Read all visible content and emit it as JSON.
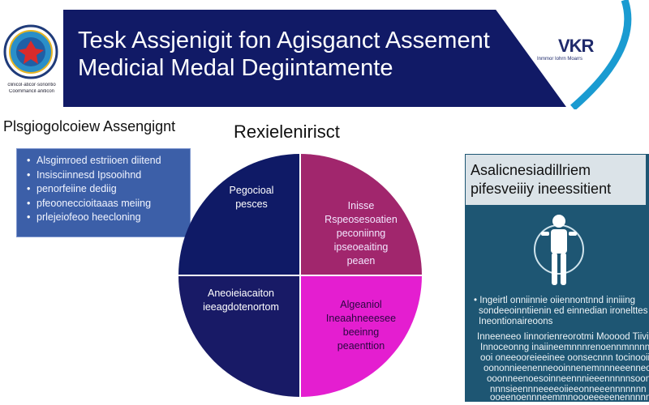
{
  "header": {
    "title_line1": "Tesk Assjenigit fon Agisganct Assement",
    "title_line2": "Medicial Medal Degiintamente",
    "logo_left_caption_line1": "clinicol·aticor·soriontio",
    "logo_left_caption_line2": "Coommancil·aniticon",
    "logo_right_mark": "VKR",
    "logo_right_caption": "Inmmor Iohrn Moarrs"
  },
  "colors": {
    "header_band": "#111a66",
    "quadrant_top_left": "#0f1a66",
    "quadrant_top_right": "#a1266d",
    "quadrant_bottom_left": "#181a66",
    "quadrant_bottom_right": "#e41ed0",
    "left_box": "#3c5fa8",
    "right_panel": "#1e5673",
    "accent_arc": "#1a9bd1"
  },
  "left_section": {
    "heading": "Plsgiogolcoiew Assengignt",
    "items": [
      "Alsgimroed estriioen diitend",
      "Insisciinnesd Ipsooihnd",
      "penorfeiine dediig",
      "pfeooneccioitaaas meiing",
      "prlejeiofeoo heecloning"
    ]
  },
  "center": {
    "title": "Rexielenirisct",
    "quadrants": [
      {
        "lines": [
          "Pegocioal",
          "pesces"
        ]
      },
      {
        "lines": [
          "Inisse",
          "Rspeosesoatien",
          "peconiinng",
          "ipseoeaiting",
          "peaen"
        ]
      },
      {
        "lines": [
          "Aneoieiacaiton",
          "ieeagdotenortom"
        ]
      },
      {
        "lines": [
          "Algeaniol",
          "Ineaahneeesee",
          "beeinng",
          "peaenttion"
        ]
      }
    ]
  },
  "right_panel": {
    "title_line1": "Asalicnesiadillriem",
    "title_line2": "pifesveiiiy ineessitient",
    "figure_icon": "person-figure-icon",
    "block1": [
      "• Ingeirtl onniinnie oiiennontnnd inniiing",
      "sondeeoinntiienin ed einnedian ironelttes",
      "Ineontionaireoons"
    ],
    "block2": [
      "Inneeneeo Iinnorienreorotmi Mooood  Tiivi",
      "Innoceonng inaiineemnnnrenoennmnnnnw",
      "ooi oneeooreieeinee oonsecnnn tocinooiirs",
      "oononnieenenneooinnenemnnneeenneooooe",
      "ooonneenoesoinneennnieeennnnnsoonn",
      "nnnsieennneeeeoiieeonneeennnnnnn",
      "ooeenoennneemmnoooeeeeenennnnnoo"
    ]
  }
}
